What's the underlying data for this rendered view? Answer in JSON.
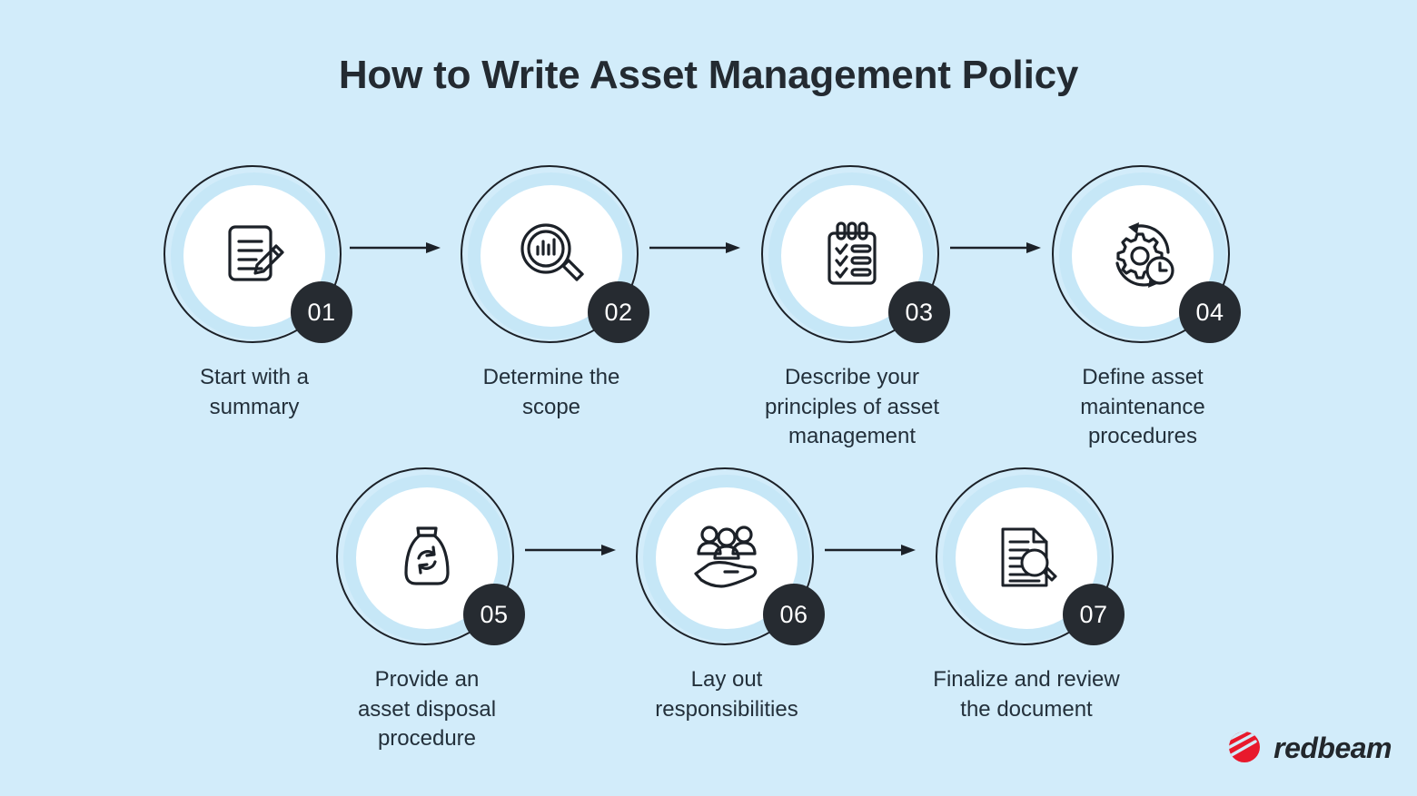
{
  "page": {
    "title": "How to Write Asset Management Policy",
    "background_color": "#d2ecfa",
    "accent_color": "#262b31",
    "label_color": "#23303b"
  },
  "steps": [
    {
      "number": "01",
      "label": "Start with a\nsummary",
      "icon": "document-pencil-icon"
    },
    {
      "number": "02",
      "label": "Determine the\nscope",
      "icon": "magnifier-bar-chart-icon"
    },
    {
      "number": "03",
      "label": "Describe your\nprinciples of asset\nmanagement",
      "icon": "checklist-notepad-icon"
    },
    {
      "number": "04",
      "label": "Define asset\nmaintenance\nprocedures",
      "icon": "gear-clock-cycle-icon"
    },
    {
      "number": "05",
      "label": "Provide an\nasset disposal\nprocedure",
      "icon": "disposal-bag-recycle-icon"
    },
    {
      "number": "06",
      "label": "Lay out\nresponsibilities",
      "icon": "people-on-hand-icon"
    },
    {
      "number": "07",
      "label": "Finalize and review\nthe document",
      "icon": "document-magnifier-icon"
    }
  ],
  "logo": {
    "text": "redbeam",
    "mark": "redbeam-sphere-icon",
    "color": "#e8192c"
  }
}
